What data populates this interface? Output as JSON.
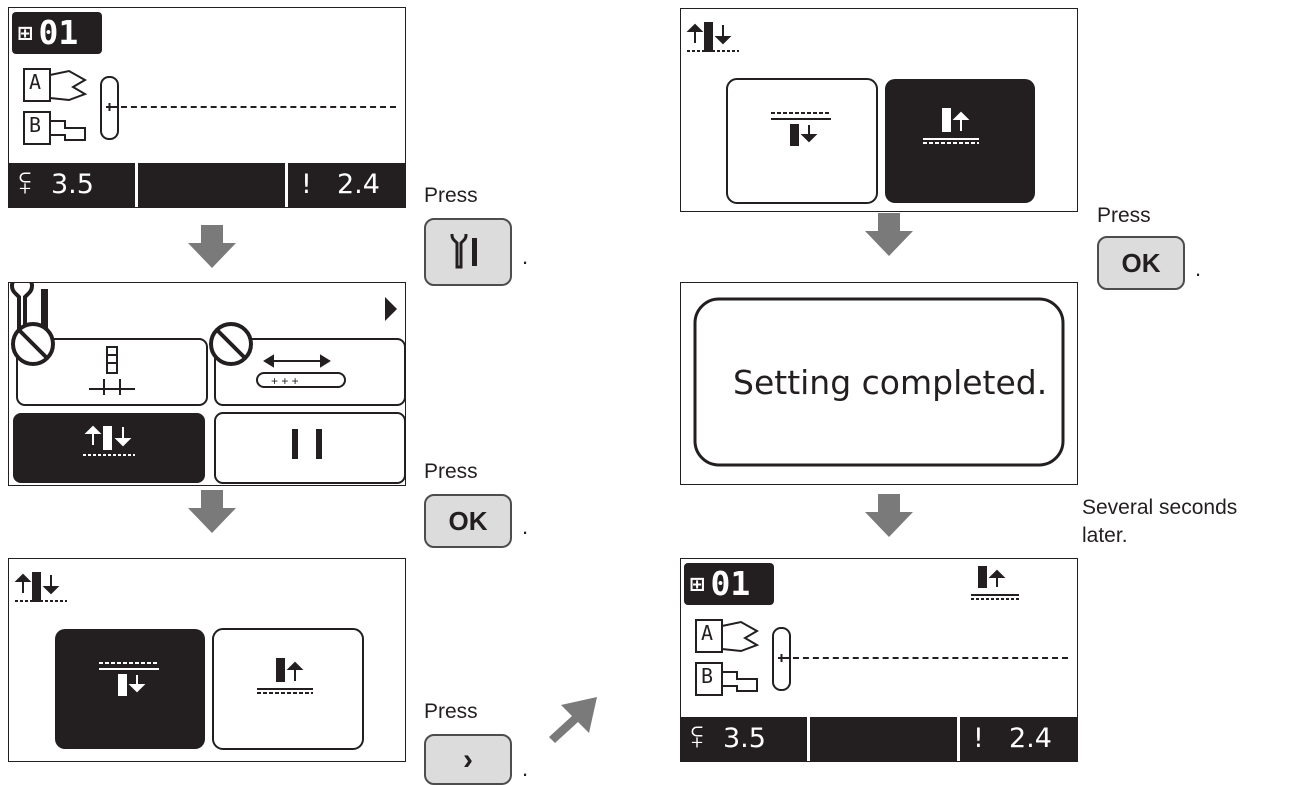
{
  "screen1": {
    "pattern_number": "01",
    "letter_a": "A",
    "letter_b": "B",
    "width_value": "3.5",
    "length_value": "2.4"
  },
  "screen5": {
    "pattern_number": "01",
    "letter_a": "A",
    "letter_b": "B",
    "width_value": "3.5",
    "length_value": "2.4"
  },
  "screen4": {
    "message": "Setting completed."
  },
  "step1": {
    "press": "Press",
    "period": "."
  },
  "step2": {
    "press": "Press",
    "button": "OK",
    "period": "."
  },
  "step3": {
    "press": "Press",
    "button": "›",
    "period": "."
  },
  "step4": {
    "press": "Press",
    "button": "OK",
    "period": "."
  },
  "note": {
    "line1": "Several seconds",
    "line2": "later."
  },
  "colors": {
    "lcd_dark": "#231f20",
    "arrow": "#7a7a7a",
    "key_fill": "#dcdcdc",
    "key_border": "#4d4d4d"
  },
  "icons": [
    "pattern-grid-icon",
    "stitch-width-icon",
    "stitch-length-icon",
    "settings-wrench-icon",
    "needle-up-down-icon",
    "needle-stop-down-icon",
    "needle-stop-up-icon",
    "twin-needle-icon",
    "presser-foot-icon",
    "reverse-stitch-icon",
    "prohibited-icon",
    "right-arrow-icon",
    "down-arrow-icon"
  ]
}
